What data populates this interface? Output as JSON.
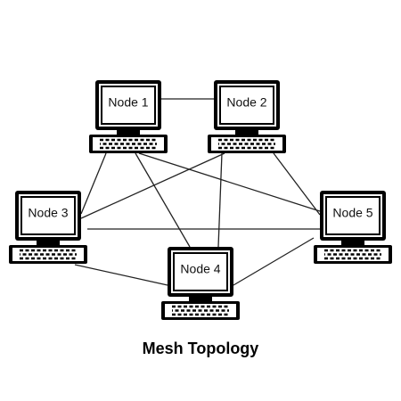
{
  "diagram": {
    "title": "Mesh Topology",
    "nodes": [
      {
        "id": "n1",
        "label": "Node 1",
        "icon": "computer-icon"
      },
      {
        "id": "n2",
        "label": "Node 2",
        "icon": "computer-icon"
      },
      {
        "id": "n3",
        "label": "Node 3",
        "icon": "computer-icon"
      },
      {
        "id": "n4",
        "label": "Node 4",
        "icon": "computer-icon"
      },
      {
        "id": "n5",
        "label": "Node 5",
        "icon": "computer-icon"
      }
    ],
    "links": [
      [
        "n1",
        "n2"
      ],
      [
        "n1",
        "n3"
      ],
      [
        "n1",
        "n4"
      ],
      [
        "n1",
        "n5"
      ],
      [
        "n2",
        "n3"
      ],
      [
        "n2",
        "n4"
      ],
      [
        "n2",
        "n5"
      ],
      [
        "n3",
        "n4"
      ],
      [
        "n3",
        "n5"
      ],
      [
        "n4",
        "n5"
      ]
    ],
    "colors": {
      "line": "#222222",
      "device": "#000000",
      "screen": "#ffffff"
    }
  }
}
